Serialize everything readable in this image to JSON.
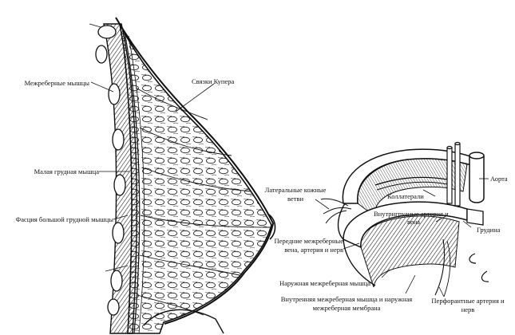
{
  "colors": {
    "ink": "#111111",
    "paper": "#ffffff"
  },
  "left_figure": {
    "labels": {
      "intercostal_muscles": "Межреберные мышцы",
      "cooper_ligaments": "Связки Купера",
      "pectoralis_minor": "Малая грудная мышца",
      "pectoralis_major_fascia": "Фасция большой грудной мышцы"
    }
  },
  "right_figure": {
    "labels": {
      "aorta": "Аорта",
      "collaterals": "Коллатерали",
      "lateral_cutaneous_line1": "Латеральные кожные",
      "lateral_cutaneous_line2": "ветви",
      "internal_thoracic_line1": "Внутригрудные артерия и",
      "internal_thoracic_line2": "вена",
      "sternum": "Грудина",
      "anterior_intercostal_line1": "Передние межреберные",
      "anterior_intercostal_line2": "вена, артерия и нерв",
      "external_intercostal": "Наружная межреберная мышца",
      "internal_intercostal_line1": "Внутренняя межреберная мышца и наружная",
      "internal_intercostal_line2": "межреберная мембрана",
      "perforating_line1": "Перфорантные артерия и",
      "perforating_line2": "нерв"
    }
  }
}
